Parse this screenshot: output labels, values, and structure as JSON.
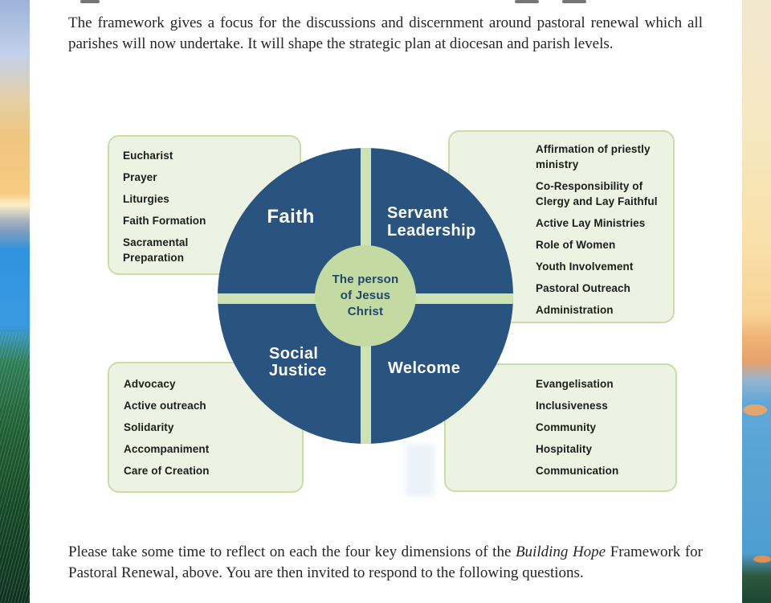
{
  "page": {
    "intro_paragraph": "The framework gives a focus for the discussions and discernment around pastoral renewal which all parishes will now undertake. It will shape the strategic plan at diocesan and parish levels.",
    "closing": {
      "before_italic": "Please take some time to reflect on each the four key dimensions of the ",
      "italic": "Building Hope",
      "after_italic": " Framework for Pastoral Renewal, above. You are then invited to respond to the following questions."
    }
  },
  "diagram": {
    "center_label": "The person\nof Jesus\nChrist",
    "quadrants": [
      {
        "name": "faith",
        "label": "Faith",
        "items": [
          "Eucharist",
          "Prayer",
          "Liturgies",
          "Faith Formation",
          "Sacramental\nPreparation"
        ]
      },
      {
        "name": "servant-leadership",
        "label": "Servant\nLeadership",
        "items": [
          "Affirmation of priestly\nministry",
          "Co-Responsibility of\nClergy and Lay Faithful",
          "Active Lay Ministries",
          "Role of Women",
          "Youth Involvement",
          "Pastoral Outreach",
          "Administration"
        ]
      },
      {
        "name": "social-justice",
        "label": "Social\nJustice",
        "items": [
          "Advocacy",
          "Active outreach",
          "Solidarity",
          "Accompaniment",
          "Care of Creation"
        ]
      },
      {
        "name": "welcome",
        "label": "Welcome",
        "items": [
          "Evangelisation",
          "Inclusiveness",
          "Community",
          "Hospitality",
          "Communication"
        ]
      }
    ],
    "colors": {
      "quadrant_blue": "#2a5480",
      "accent_green": "#c3daa2",
      "box_fill": "#edf3e2",
      "box_border": "#c9dda9",
      "center_text_navy": "#23456b"
    }
  }
}
